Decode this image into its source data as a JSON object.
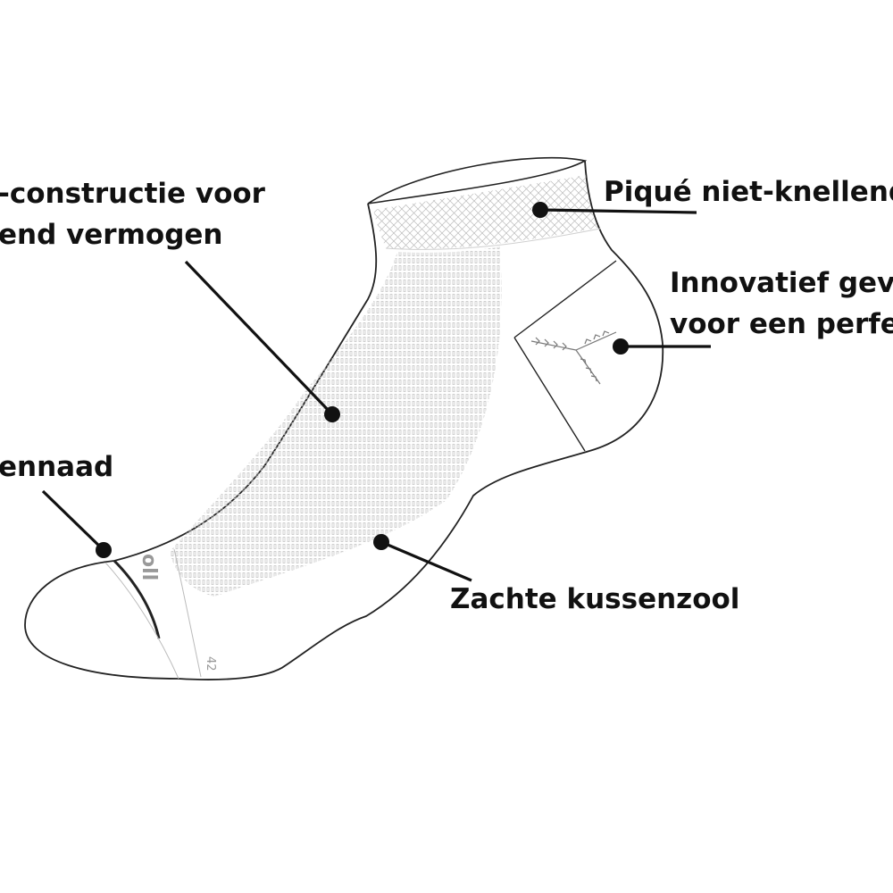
{
  "callouts": {
    "mesh": {
      "line1": "-constructie voor",
      "line2": "end vermogen"
    },
    "seam": {
      "text": "ennaad"
    },
    "pique": {
      "text": "Piqué niet-knellende"
    },
    "heel": {
      "line1": "Innovatief gevor",
      "line2": "voor een perfect"
    },
    "sole": {
      "text": "Zachte kussenzool"
    }
  },
  "sock_marks": {
    "logo": "oll",
    "size": "42"
  },
  "colors": {
    "outline": "#222222",
    "text": "#111111",
    "mesh": "#b8b8b8",
    "logo": "#999999"
  }
}
